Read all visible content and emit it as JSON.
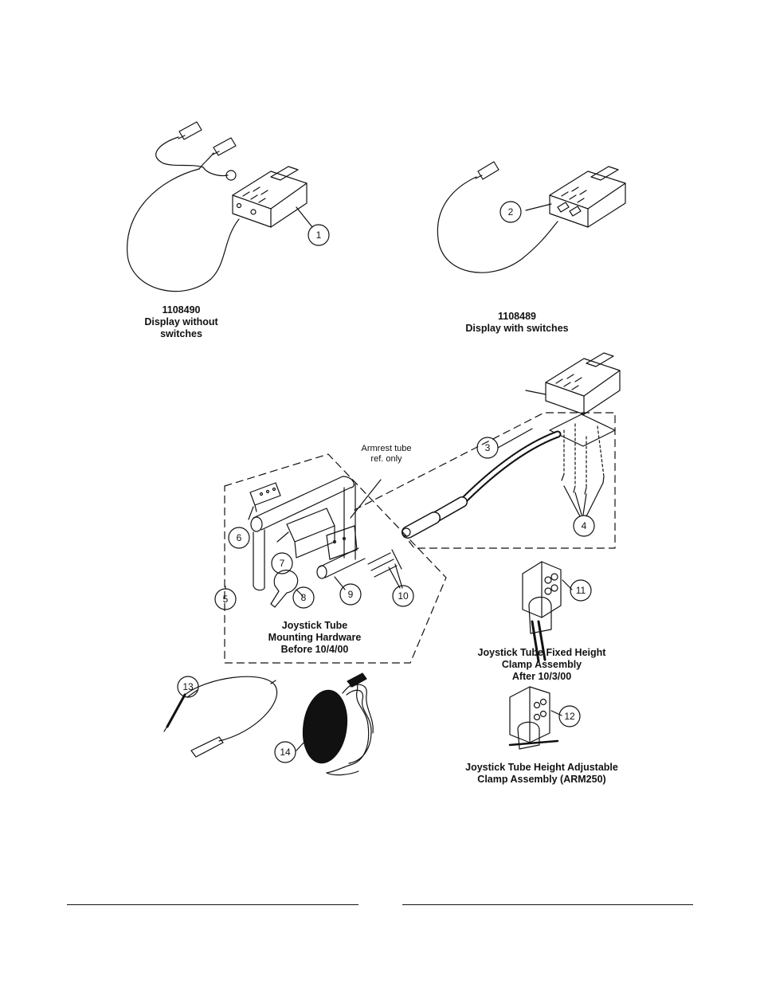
{
  "captions": {
    "display_without_switches": [
      "1108490",
      "Display without",
      "switches"
    ],
    "display_with_switches": [
      "1108489",
      "Display with switches"
    ],
    "mounting_hardware": [
      "Joystick Tube",
      "Mounting Hardware",
      "Before 10/4/00"
    ],
    "fixed_height_clamp": [
      "Joystick Tube Fixed Height",
      "Clamp Assembly",
      "After 10/3/00"
    ],
    "adjustable_clamp": [
      "Joystick Tube Height Adjustable",
      "Clamp Assembly (ARM250)"
    ]
  },
  "notes": {
    "armrest": [
      "Armrest tube",
      "ref. only"
    ]
  },
  "callouts": [
    "1",
    "2",
    "3",
    "4",
    "5",
    "6",
    "7",
    "8",
    "9",
    "10",
    "11",
    "12",
    "13",
    "14"
  ],
  "colors": {
    "ink": "#111111",
    "background": "#ffffff"
  }
}
